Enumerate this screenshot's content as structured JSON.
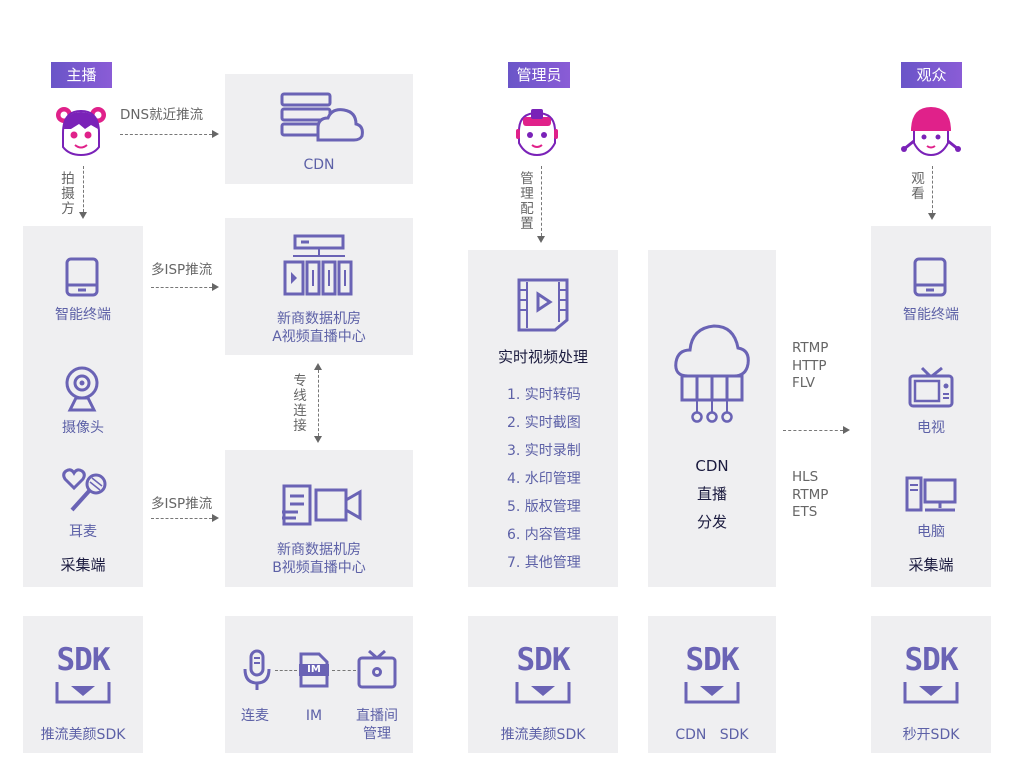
{
  "roles": {
    "anchor": "主播",
    "admin": "管理员",
    "audience": "观众"
  },
  "arrows": {
    "dns": "DNS就近推流",
    "shoot": "拍摄方",
    "isp_a": "多ISP推流",
    "isp_b": "多ISP推流",
    "dedicated": "专线连接",
    "manage": "管理配置",
    "watch": "观看"
  },
  "cdn_box": {
    "label": "CDN"
  },
  "room_a": {
    "line1": "新商数据机房",
    "line2": "A视频直播中心"
  },
  "room_b": {
    "line1": "新商数据机房",
    "line2": "B视频直播中心"
  },
  "capture": {
    "device1": "智能终端",
    "device2": "摄像头",
    "device3": "耳麦",
    "title": "采集端"
  },
  "processing": {
    "title": "实时视频处理",
    "items": [
      "1. 实时转码",
      "2. 实时截图",
      "3. 实时录制",
      "4. 水印管理",
      "5. 版权管理",
      "6. 内容管理",
      "7. 其他管理"
    ]
  },
  "cdn_dist": {
    "line1": "CDN",
    "line2": "直播",
    "line3": "分发"
  },
  "protocols": {
    "group1": [
      "RTMP",
      "HTTP",
      "FLV"
    ],
    "group2": [
      "HLS",
      "RTMP",
      "ETS"
    ]
  },
  "player": {
    "device1": "智能终端",
    "device2": "电视",
    "device3": "电脑",
    "title": "采集端"
  },
  "sdk": {
    "icon_text": "SDK",
    "col1": "推流美颜SDK",
    "col2": {
      "item1": "连麦",
      "item2": "IM",
      "item3": "直播间",
      "item3b": "管理",
      "im_badge": "IM"
    },
    "col3": "推流美颜SDK",
    "col4": "CDN   SDK",
    "col5": "秒开SDK"
  },
  "colors": {
    "accent": "#6a63b5",
    "tag_start": "#6a55c8",
    "tag_end": "#8a5cd6",
    "box": "#efeff1",
    "avatar_pink": "#e0218a",
    "avatar_purple": "#7a22b8"
  }
}
